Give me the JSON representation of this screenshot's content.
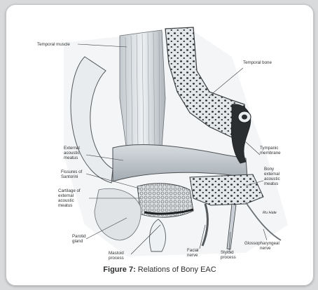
{
  "figure": {
    "caption_number": "Figure 7:",
    "caption_text": " Relations of Bony EAC",
    "labels": {
      "temporal_muscle": "Temporal muscle",
      "temporal_bone": "Temporal bone",
      "external_acoustic_meatus_1": "External",
      "external_acoustic_meatus_2": "acoustic",
      "external_acoustic_meatus_3": "meatus",
      "fissures_1": "Fissures of",
      "fissures_2": "Santorini",
      "cartilage_1": "Cartilage of",
      "cartilage_2": "external",
      "cartilage_3": "acoustic",
      "cartilage_4": "meatus",
      "parotid_1": "Parotid",
      "parotid_2": "gland",
      "mastoid_1": "Mastoid",
      "mastoid_2": "process",
      "facial_1": "Facial",
      "facial_2": "nerve",
      "styloid_1": "Styloid",
      "styloid_2": "process",
      "tympanic_1": "Tympanic",
      "tympanic_2": "membrane",
      "bony_1": "Bony",
      "bony_2": "external",
      "bony_3": "acoustic",
      "bony_4": "meatus",
      "glosso_1": "Glossopharyngeal",
      "glosso_2": "nerve",
      "signature": "Ru Hale"
    }
  },
  "colors": {
    "ink": "#3a3d40",
    "shade": "#b9c0c6",
    "light": "#e9edf0"
  }
}
